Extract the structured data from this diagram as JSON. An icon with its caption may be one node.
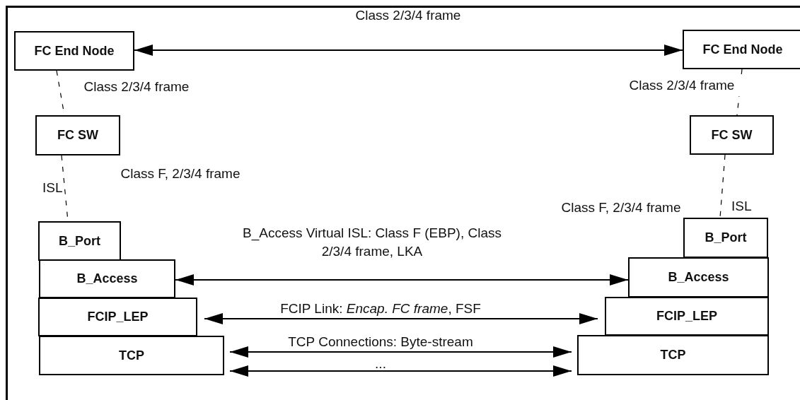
{
  "diagram": {
    "nodes": [
      {
        "text": [
          "FC End Node"
        ]
      },
      {
        "text": [
          "FC End Node"
        ]
      },
      {
        "text": [
          "FC SW"
        ]
      },
      {
        "text": [
          "FC SW"
        ]
      },
      {
        "text": [
          "B_Port"
        ]
      },
      {
        "text": [
          "B_Access"
        ]
      },
      {
        "text": [
          "FCIP_LEP"
        ]
      },
      {
        "text": [
          "TCP"
        ]
      },
      {
        "text": [
          "B_Port"
        ]
      },
      {
        "text": [
          "B_Access"
        ]
      },
      {
        "text": [
          "FCIP_LEP"
        ]
      },
      {
        "text": [
          "TCP"
        ]
      }
    ],
    "edges": [
      {
        "from": 0,
        "to": 1,
        "arrow": "both",
        "label": "Class 2/3/4 frame"
      },
      {
        "from": 0,
        "to": 2,
        "arrow": "none",
        "style": "dashed",
        "label": "Class 2/3/4 frame"
      },
      {
        "from": 1,
        "to": 3,
        "arrow": "none",
        "style": "dashed",
        "label": "Class 2/3/4 frame"
      },
      {
        "from": 2,
        "to": 4,
        "arrow": "none",
        "style": "dashed",
        "label": "Class F, 2/3/4 frame"
      },
      {
        "from": 3,
        "to": 8,
        "arrow": "none",
        "style": "dashed",
        "label": "Class F, 2/3/4 frame"
      },
      {
        "from": 5,
        "to": 9,
        "arrow": "both",
        "label": "B_Access Virtual ISL: Class F (EBP), Class 2/3/4 frame, LKA"
      },
      {
        "from": 6,
        "to": 10,
        "arrow": "both",
        "label": "FCIP Link: *Encap. FC frame*, FSF"
      },
      {
        "from": 7,
        "to": 11,
        "arrow": "both",
        "label": "TCP Connections: Byte-stream"
      },
      {
        "from": 7,
        "to": 11,
        "arrow": "both",
        "label": "..."
      }
    ],
    "labels": [
      "ISL",
      "ISL"
    ]
  }
}
